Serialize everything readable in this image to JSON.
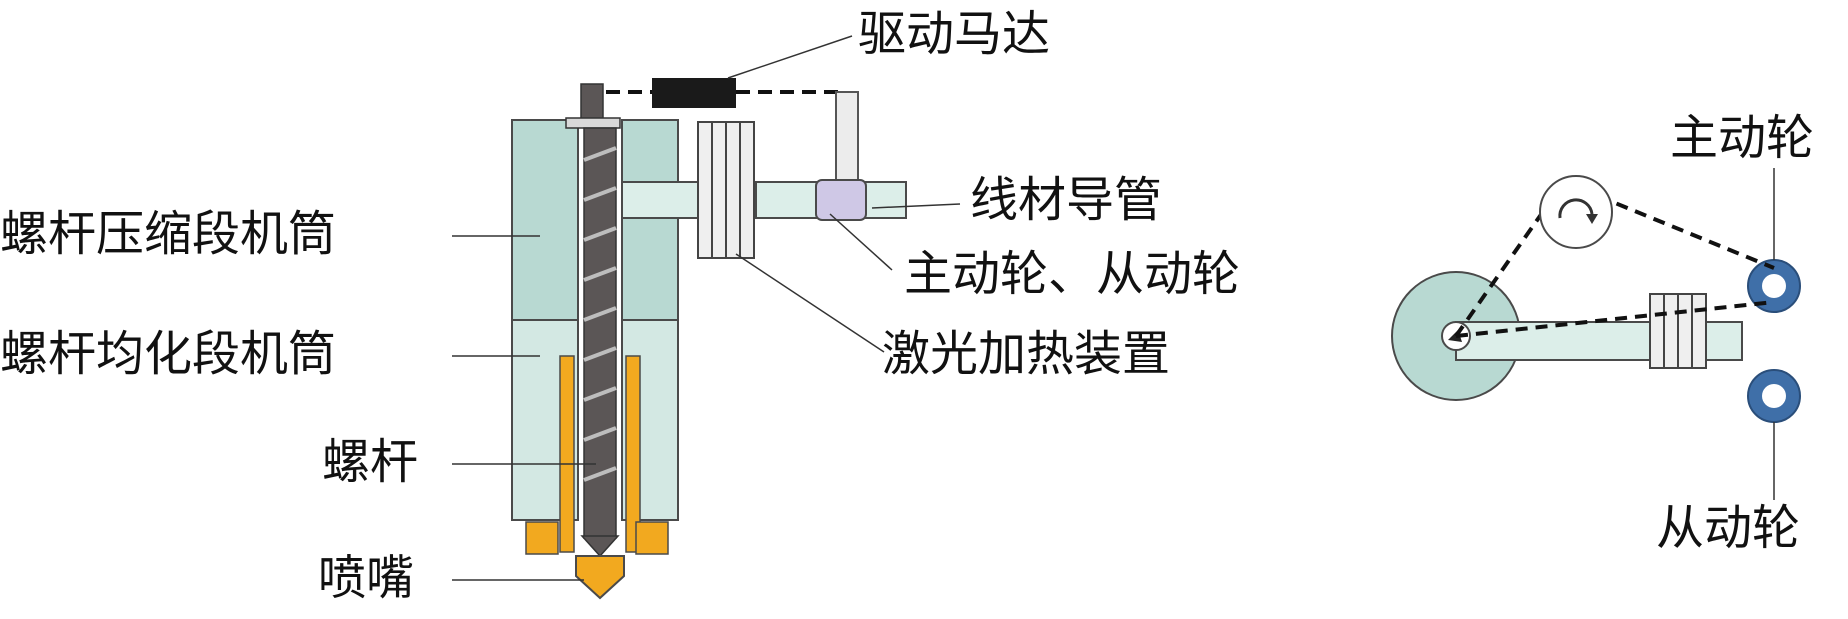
{
  "labels": {
    "drive_motor": "驱动马达",
    "compression_barrel": "螺杆压缩段机筒",
    "homogenizing_barrel": "螺杆均化段机筒",
    "screw": "螺杆",
    "nozzle": "喷嘴",
    "wire_guide": "线材导管",
    "wheels": "主动轮、从动轮",
    "laser_heater": "激光加热装置",
    "driving_wheel": "主动轮",
    "driven_wheel": "从动轮"
  },
  "colors": {
    "barrel_upper": "#b8d9d2",
    "barrel_lower": "#d3e8e3",
    "barrel_outline": "#4a4a4a",
    "screw": "#5b5656",
    "nozzle": "#f2a91f",
    "motor": "#1a1a1a",
    "guide_tube": "#dceee9",
    "laser_ring": "#cfc8e6",
    "wheel_blue": "#3f6fa8",
    "big_wheel": "#b8d9d2",
    "leader_line": "#333333"
  },
  "icons": {
    "rotation": "rotate-arrow-icon"
  }
}
